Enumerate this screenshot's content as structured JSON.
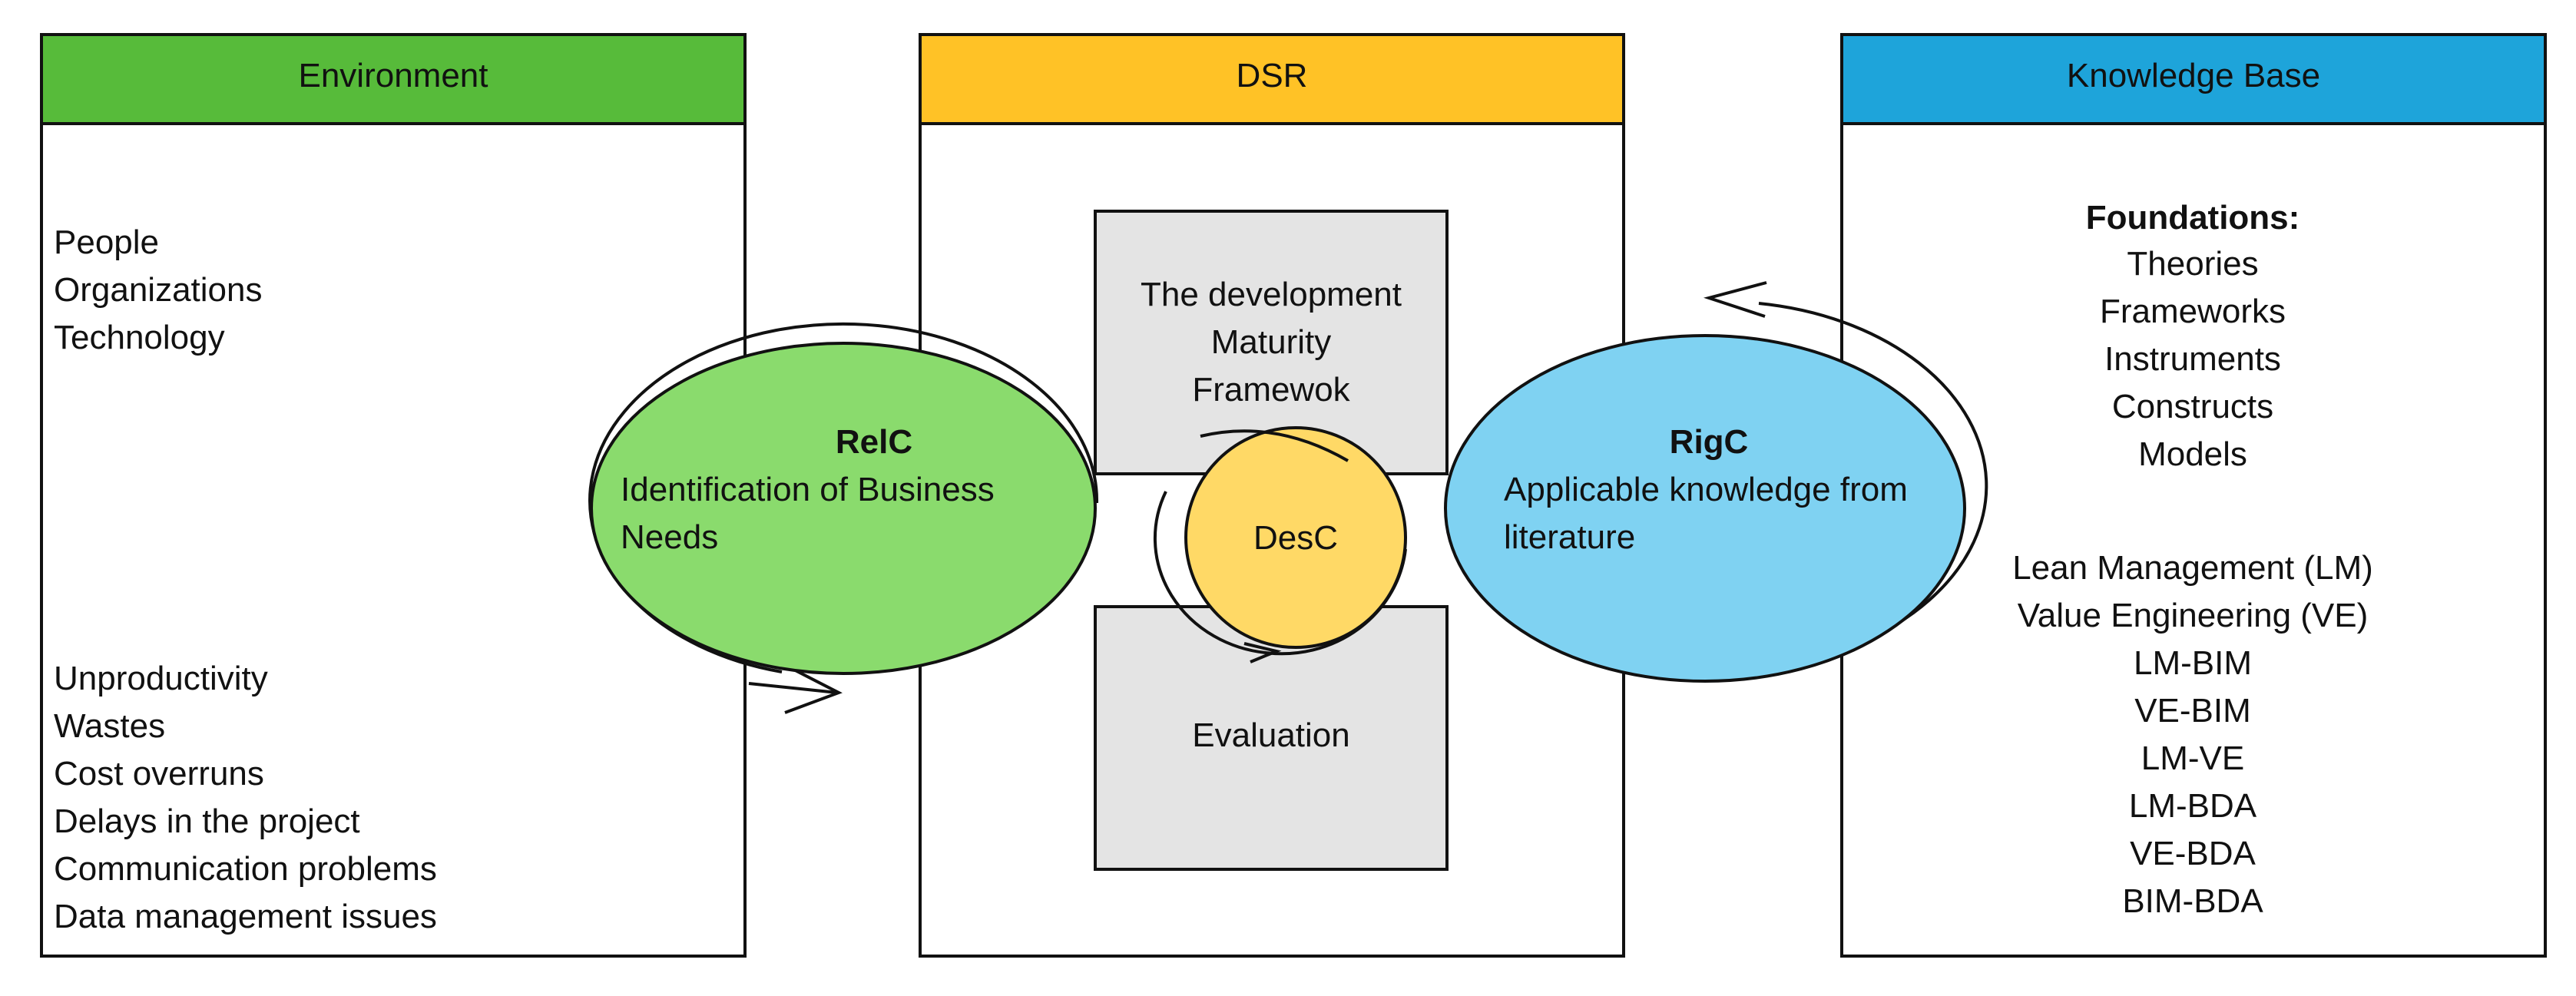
{
  "colors": {
    "environment_header": "#57BB3A",
    "dsr_header": "#FFC226",
    "knowledge_header": "#1EA4DA",
    "relc_fill": "#8ADB6D",
    "rigc_fill": "#7FD2F2",
    "desc_fill": "#FFD966",
    "gray_box": "#E4E4E4",
    "stroke": "#111111"
  },
  "environment": {
    "title": "Environment",
    "top_items": [
      "People",
      "Organizations",
      "Technology"
    ],
    "bottom_items": [
      "Unproductivity",
      "Wastes",
      "Cost overruns",
      "Delays in the project",
      "Communication problems",
      "Data management issues"
    ]
  },
  "dsr": {
    "title": "DSR",
    "top_box": [
      "The development",
      "Maturity",
      "Framewok"
    ],
    "bottom_box": "Evaluation",
    "desc": "DesC"
  },
  "relc": {
    "title": "RelC",
    "lines": [
      "Identification of Business",
      "Needs"
    ]
  },
  "rigc": {
    "title": "RigC",
    "lines": [
      "Applicable knowledge from",
      "literature"
    ]
  },
  "knowledge_base": {
    "title": "Knowledge Base",
    "foundations_title": "Foundations:",
    "foundations": [
      "Theories",
      "Frameworks",
      "Instruments",
      "Constructs",
      "Models"
    ],
    "topics": [
      "Lean Management (LM)",
      "Value Engineering (VE)",
      "LM-BIM",
      "VE-BIM",
      "LM-VE",
      "LM-BDA",
      "VE-BDA",
      "BIM-BDA"
    ]
  }
}
